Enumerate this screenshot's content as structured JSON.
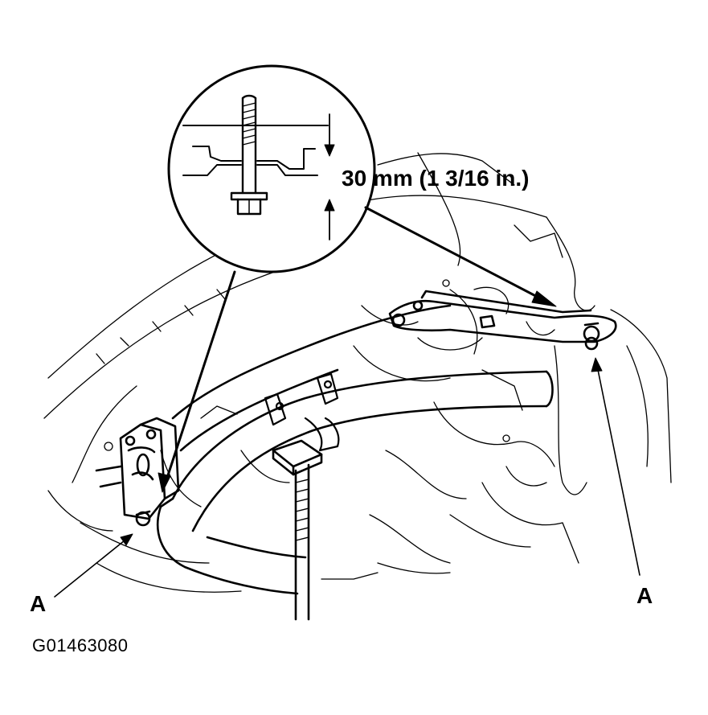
{
  "dimension": {
    "text": "30 mm (1 3/16 in.)"
  },
  "callouts": {
    "left": "A",
    "right": "A"
  },
  "figure_id": "G01463080",
  "colors": {
    "ink": "#000000",
    "paper": "#ffffff"
  }
}
